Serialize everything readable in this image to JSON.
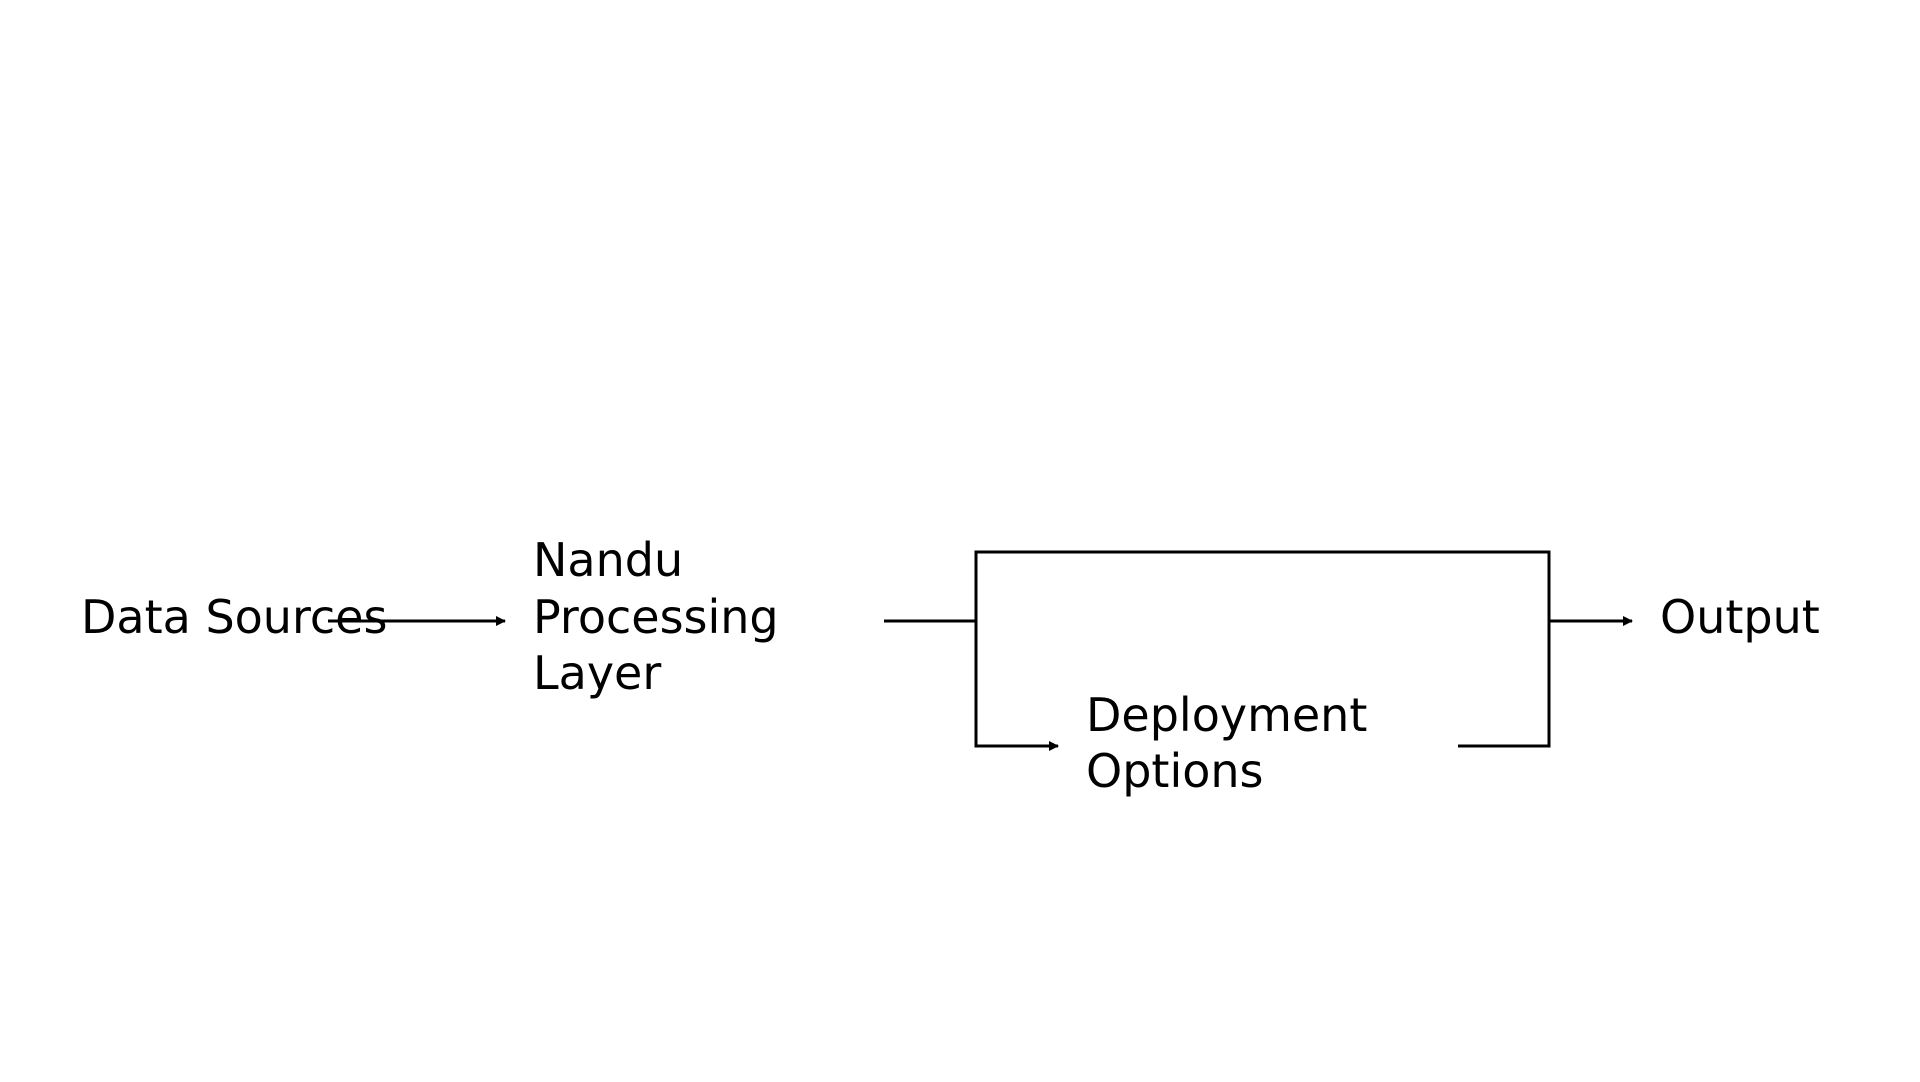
{
  "diagram": {
    "nodes": {
      "data_sources": "Data Sources",
      "processing_line1": "Nandu",
      "processing_line2": "Processing",
      "processing_line3": "Layer",
      "deployment_line1": "Deployment",
      "deployment_line2": "Options",
      "output": "Output"
    }
  }
}
